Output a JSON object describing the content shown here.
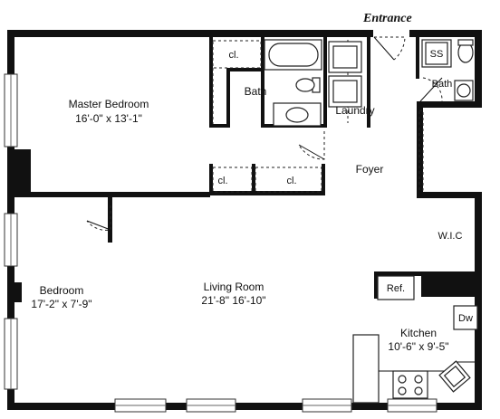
{
  "entrance": "Entrance",
  "rooms": {
    "master_bedroom": {
      "name": "Master Bedroom",
      "size": "16'-0\" x 13'-1\""
    },
    "bedroom": {
      "name": "Bedroom",
      "size": "17'-2\" x 7'-9\""
    },
    "living_room": {
      "name": "Living Room",
      "size": "21'-8\" 16'-10\""
    },
    "kitchen": {
      "name": "Kitchen",
      "size": "10'-6\" x 9'-5\""
    },
    "foyer": "Foyer",
    "laundry": "Laundry",
    "bath_main": "Bath",
    "bath_small": "Bath",
    "wic": "W.I.C"
  },
  "closets": {
    "cl_top": "cl.",
    "cl_mid_left": "cl.",
    "cl_mid_right": "cl."
  },
  "appliances": {
    "ref": "Ref.",
    "dw": "Dw",
    "ss": "SS"
  }
}
